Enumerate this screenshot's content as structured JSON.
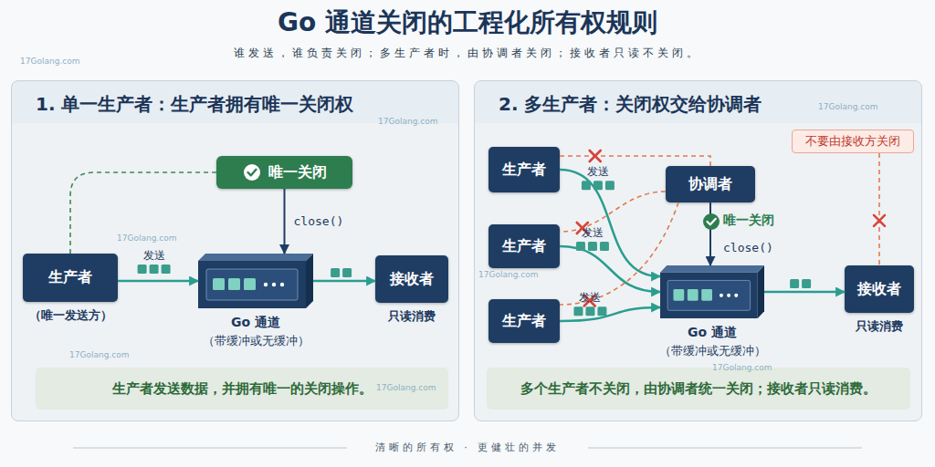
{
  "diagram": {
    "title": "Go 通道关闭的工程化所有权规则",
    "caption": "清晰的所有权 · 更健壮的并发",
    "nodes": [
      {
        "text": [
          "1. 单一生产者：生产者拥有唯一关闭权"
        ]
      },
      {
        "text": [
          "唯一关闭"
        ],
        "in": 0
      },
      {
        "text": [
          "生产者",
          "（唯一发送方）"
        ],
        "in": 0
      },
      {
        "text": [
          "Go 通道",
          "（带缓冲或无缓冲）"
        ],
        "in": 0
      },
      {
        "text": [
          "接收者",
          "只读消费"
        ],
        "in": 0
      },
      {
        "text": [
          "生产者发送数据，并拥有唯一的关闭操作。"
        ],
        "in": 0
      },
      {
        "text": [
          "2. 多生产者：关闭权交给协调者"
        ]
      },
      {
        "text": [
          "不要由接收方关闭"
        ],
        "in": 6
      },
      {
        "text": [
          "生产者"
        ],
        "in": 6
      },
      {
        "text": [
          "协调者"
        ],
        "in": 6
      },
      {
        "text": [
          "生产者"
        ],
        "in": 6
      },
      {
        "text": [
          "生产者"
        ],
        "in": 6
      },
      {
        "text": [
          "Go 通道",
          "（带缓冲或无缓冲）"
        ],
        "in": 6
      },
      {
        "text": [
          "接收者",
          "只读消费"
        ],
        "in": 6
      },
      {
        "text": [
          "多个生产者不关闭，由协调者统一关闭；接收者只读消费。"
        ],
        "in": 6
      }
    ],
    "edges": [
      {
        "from": 2,
        "to": 1,
        "arrow": "none"
      },
      {
        "from": 1,
        "to": 3,
        "label": "close()",
        "arrow": "to"
      },
      {
        "from": 2,
        "to": 3,
        "label": "发送",
        "arrow": "to"
      },
      {
        "from": 3,
        "to": 4,
        "arrow": "to"
      },
      {
        "from": 9,
        "to": 8,
        "arrow": "none"
      },
      {
        "from": 9,
        "to": 10,
        "arrow": "none"
      },
      {
        "from": 9,
        "to": 11,
        "arrow": "none"
      },
      {
        "from": 8,
        "to": 12,
        "label": "发送",
        "arrow": "to"
      },
      {
        "from": 10,
        "to": 12,
        "label": "发送",
        "arrow": "to"
      },
      {
        "from": 11,
        "to": 12,
        "label": "发送",
        "arrow": "to"
      },
      {
        "from": 9,
        "to": 12,
        "label": "close()",
        "arrow": "to"
      },
      {
        "from": 12,
        "to": 13,
        "arrow": "to"
      },
      {
        "from": 7,
        "to": 13,
        "arrow": "none"
      }
    ],
    "labels": [
      "谁发送，谁负责关闭；多生产者时，由协调者关闭；接收者只读不关闭。",
      "唯一关闭",
      "17Golang.com",
      "17Golang.com",
      "17Golang.com",
      "17Golang.com",
      "17Golang.com",
      "17Golang.com",
      "17Golang.com",
      "17Golang.com"
    ]
  }
}
